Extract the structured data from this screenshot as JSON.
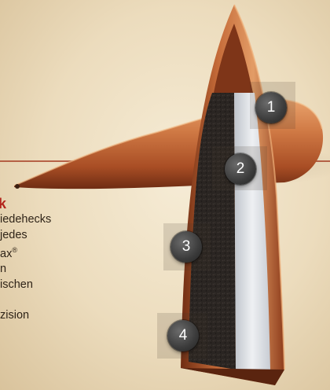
{
  "text_block": {
    "heading_fragment": "k",
    "lines": [
      "iedehecks",
      "jedes",
      "ax",
      "n",
      "ischen",
      "",
      "zision"
    ],
    "registered_mark": "®"
  },
  "callouts": [
    {
      "label": "1"
    },
    {
      "label": "2"
    },
    {
      "label": "3"
    },
    {
      "label": "4"
    }
  ],
  "colors": {
    "background": "#efe2c6",
    "copper": "#c9713e",
    "copper_dark": "#7e3518",
    "lead_core": "#2a2522",
    "air_cavity": "#d9dde3",
    "heading_red": "#b3241c",
    "divider_line": "#a9442a",
    "badge": "#444444"
  }
}
